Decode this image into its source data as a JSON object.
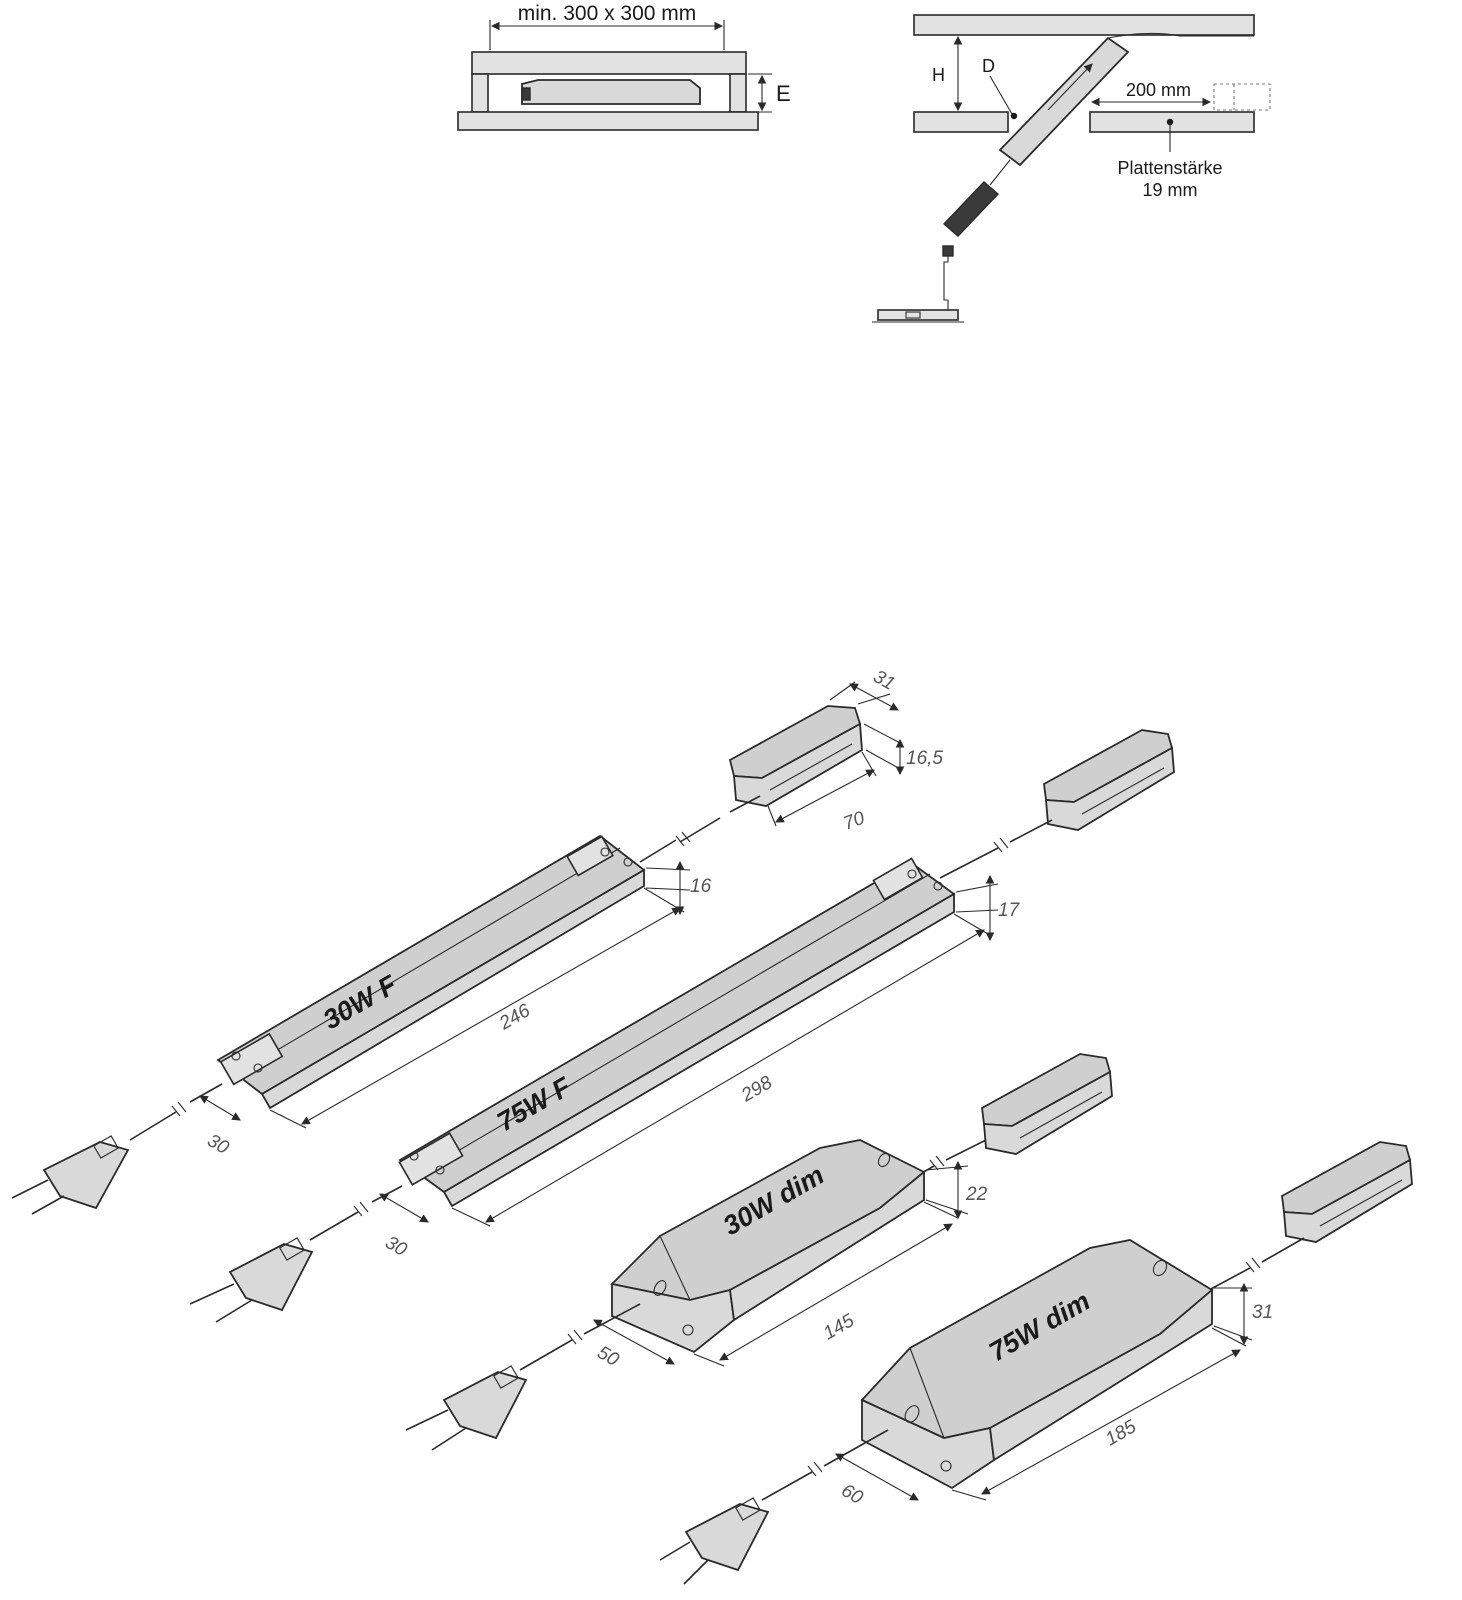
{
  "installation_top": {
    "min_area": "min. 300 x 300 mm",
    "e_label": "E"
  },
  "installation_side": {
    "h_label": "H",
    "d_label": "D",
    "distance": "200 mm",
    "board_thickness_line1": "Plattenstärke",
    "board_thickness_line2": "19 mm"
  },
  "distributor": {
    "width": "31",
    "height": "16,5",
    "length": "70"
  },
  "drivers": [
    {
      "name": "30W F",
      "length": "246",
      "height": "16",
      "cable": "30"
    },
    {
      "name": "75W F",
      "length": "298",
      "height": "17",
      "cable": "30"
    },
    {
      "name": "30W dim",
      "length": "145",
      "height": "22",
      "cable": "50"
    },
    {
      "name": "75W dim",
      "length": "185",
      "height": "31",
      "cable": "60"
    }
  ]
}
